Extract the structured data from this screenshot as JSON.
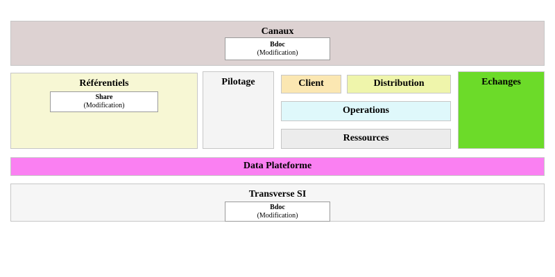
{
  "blocks": {
    "canaux": {
      "title": "Canaux",
      "bg": "#ddd2d2",
      "box": {
        "name": "Bdoc",
        "note": "(Modification)"
      }
    },
    "referentiels": {
      "title": "Référentiels",
      "bg": "#f7f7d4",
      "box": {
        "name": "Share",
        "note": "(Modification)"
      }
    },
    "pilotage": {
      "title": "Pilotage",
      "bg": "#f4f4f4"
    },
    "client": {
      "title": "Client",
      "bg": "#fbe7b2"
    },
    "distribution": {
      "title": "Distribution",
      "bg": "#eff5ab"
    },
    "operations": {
      "title": "Operations",
      "bg": "#dff8fb"
    },
    "ressources": {
      "title": "Ressources",
      "bg": "#ececec"
    },
    "echanges": {
      "title": "Echanges",
      "bg": "#6cdb29"
    },
    "data_plateforme": {
      "title": "Data Plateforme",
      "bg": "#fa80f2"
    },
    "transverse_si": {
      "title": "Transverse SI",
      "bg": "#f6f6f6",
      "box": {
        "name": "Bdoc",
        "note": "(Modification)"
      }
    }
  }
}
